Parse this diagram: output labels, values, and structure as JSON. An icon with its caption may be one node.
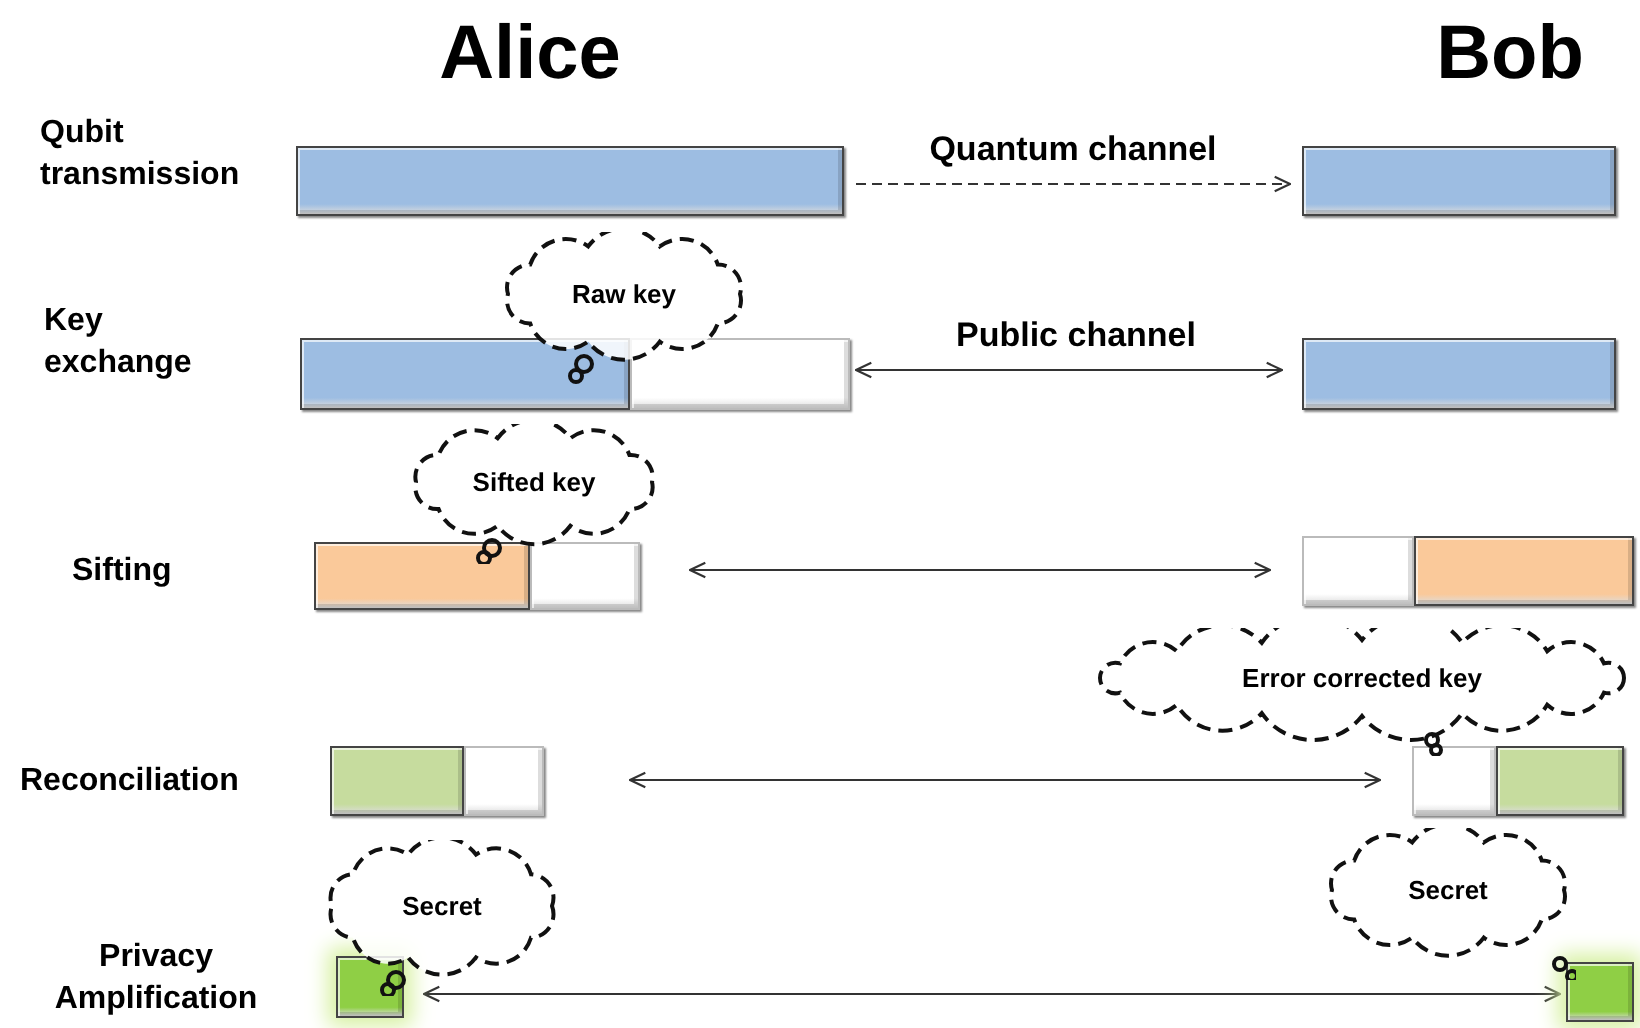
{
  "diagram": {
    "nodes": [
      {
        "text": [],
        "shape": "bar"
      },
      {
        "text": [],
        "shape": "bar"
      },
      {
        "text": [],
        "shape": "bar"
      },
      {
        "text": [],
        "shape": "bar"
      },
      {
        "text": [],
        "shape": "bar"
      },
      {
        "text": [],
        "shape": "bar"
      },
      {
        "text": [],
        "shape": "bar"
      },
      {
        "text": [],
        "shape": "bar"
      },
      {
        "text": [],
        "shape": "bar"
      },
      {
        "text": [],
        "shape": "bar"
      },
      {
        "text": [
          "Raw key"
        ]
      },
      {
        "text": [
          "Sifted key"
        ]
      },
      {
        "text": [
          "Error corrected key"
        ]
      },
      {
        "text": [
          "Secret"
        ]
      },
      {
        "text": [
          "Secret"
        ]
      }
    ],
    "edges": [
      {
        "from": 0,
        "to": 1,
        "arrow": "to",
        "style": "dashed",
        "label": "Quantum channel"
      },
      {
        "from": 2,
        "to": 3,
        "arrow": "both",
        "label": "Public channel"
      },
      {
        "from": 4,
        "to": 5,
        "arrow": "both"
      },
      {
        "from": 6,
        "to": 7,
        "arrow": "both"
      },
      {
        "from": 8,
        "to": 9,
        "arrow": "both"
      }
    ],
    "labels": [
      "Alice",
      "Bob",
      "Qubit transmission",
      "Key exchange",
      "Sifting",
      "Reconciliation",
      "Privacy Amplification"
    ]
  }
}
